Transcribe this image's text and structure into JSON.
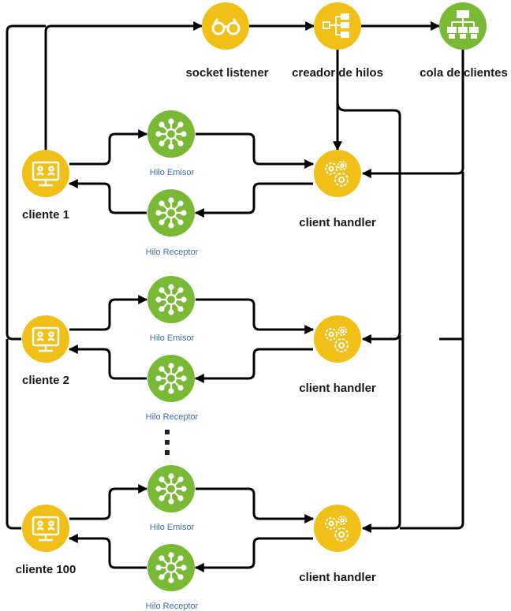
{
  "colors": {
    "yellow": "#f0c018",
    "green": "#7ab935",
    "edge": "#000000",
    "label_blue": "#3a6fb0"
  },
  "top": {
    "socket_listener": {
      "label": "socket listener",
      "icon": "binoculars-icon"
    },
    "creador_hilos": {
      "label": "creador de hilos",
      "icon": "hierarchy-icon"
    },
    "cola_clientes": {
      "label": "cola de clientes",
      "icon": "org-chart-icon"
    }
  },
  "groups": [
    {
      "client_label": "cliente 1",
      "emisor_label": "Hilo Emisor",
      "receptor_label": "Hilo Receptor",
      "handler_label": "client handler"
    },
    {
      "client_label": "cliente 2",
      "emisor_label": "Hilo Emisor",
      "receptor_label": "Hilo Receptor",
      "handler_label": "client handler"
    },
    {
      "client_label": "cliente 100",
      "emisor_label": "Hilo Emisor",
      "receptor_label": "Hilo Receptor",
      "handler_label": "client handler"
    }
  ],
  "icons": {
    "client": "monitor-icon",
    "thread": "network-icon",
    "handler": "gears-icon"
  }
}
